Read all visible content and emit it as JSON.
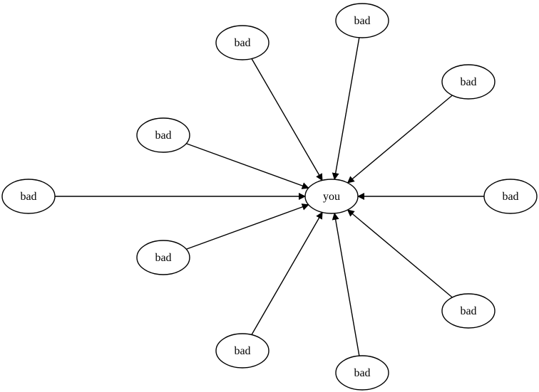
{
  "graph": {
    "center_node": {
      "id": "you",
      "label": "you"
    },
    "outer_nodes": [
      {
        "id": "bad-top-1",
        "label": "bad"
      },
      {
        "id": "bad-top-2",
        "label": "bad"
      },
      {
        "id": "bad-top-right",
        "label": "bad"
      },
      {
        "id": "bad-upper-left",
        "label": "bad"
      },
      {
        "id": "bad-left",
        "label": "bad"
      },
      {
        "id": "bad-right",
        "label": "bad"
      },
      {
        "id": "bad-lower-left",
        "label": "bad"
      },
      {
        "id": "bad-bottom-right",
        "label": "bad"
      },
      {
        "id": "bad-bottom-1",
        "label": "bad"
      },
      {
        "id": "bad-bottom-2",
        "label": "bad"
      }
    ],
    "edges": [
      {
        "from": "bad-top-1",
        "to": "you"
      },
      {
        "from": "bad-top-2",
        "to": "you"
      },
      {
        "from": "bad-top-right",
        "to": "you"
      },
      {
        "from": "bad-upper-left",
        "to": "you"
      },
      {
        "from": "bad-left",
        "to": "you"
      },
      {
        "from": "bad-right",
        "to": "you"
      },
      {
        "from": "bad-lower-left",
        "to": "you"
      },
      {
        "from": "bad-bottom-right",
        "to": "you"
      },
      {
        "from": "bad-bottom-1",
        "to": "you"
      },
      {
        "from": "bad-bottom-2",
        "to": "you"
      }
    ],
    "colors": {
      "stroke": "#000000",
      "fill": "#ffffff",
      "text": "#000000"
    }
  }
}
